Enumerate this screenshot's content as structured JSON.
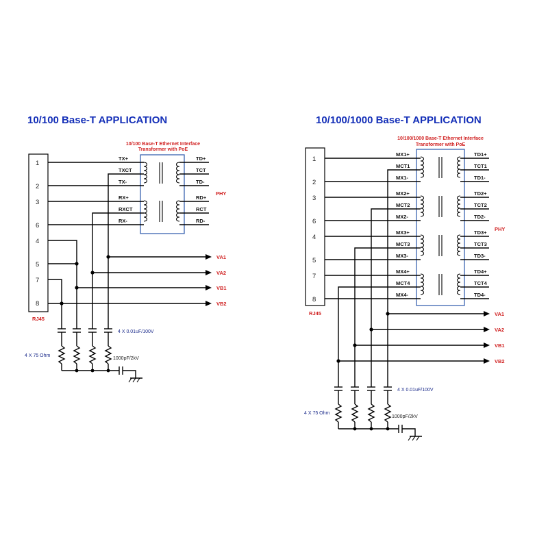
{
  "diagrams": [
    {
      "title": "10/100  Base-T  APPLICATION",
      "transformer_header_line1": "10/100 Base-T Ethernet Interface",
      "transformer_header_line2": "Transformer with PoE",
      "connector_label": "RJ45",
      "connector_pins": [
        "1",
        "2",
        "3",
        "6",
        "4",
        "5",
        "7",
        "8"
      ],
      "left_signals": [
        "TX+",
        "TXCT",
        "TX-",
        "RX+",
        "RXCT",
        "RX-"
      ],
      "right_signals": [
        "TD+",
        "TCT",
        "TD-",
        "RD+",
        "RCT",
        "RD-"
      ],
      "phy_label": "PHY",
      "power_outputs": [
        "VA1",
        "VA2",
        "VB1",
        "VB2"
      ],
      "capacitor_label": "4 X 0.01uF/100V",
      "resistor_label": "4 X 75 Ohm",
      "hv_capacitor_label": "1000pF/2kV"
    },
    {
      "title": "10/100/1000  Base-T  APPLICATION",
      "transformer_header_line1": "10/100/1000 Base-T Ethernet Interface",
      "transformer_header_line2": "Transformer with PoE",
      "connector_label": "RJ45",
      "connector_pins": [
        "1",
        "2",
        "3",
        "6",
        "4",
        "5",
        "7",
        "8"
      ],
      "left_signals": [
        "MX1+",
        "MCT1",
        "MX1-",
        "MX2+",
        "MCT2",
        "MX2-",
        "MX3+",
        "MCT3",
        "MX3-",
        "MX4+",
        "MCT4",
        "MX4-"
      ],
      "right_signals": [
        "TD1+",
        "TCT1",
        "TD1-",
        "TD2+",
        "TCT2",
        "TD2-",
        "TD3+",
        "TCT3",
        "TD3-",
        "TD4+",
        "TCT4",
        "TD4-"
      ],
      "phy_label": "PHY",
      "power_outputs": [
        "VA1",
        "VA2",
        "VB1",
        "VB2"
      ],
      "capacitor_label": "4 X 0.01uF/100V",
      "resistor_label": "4 X 75 Ohm",
      "hv_capacitor_label": "1000pF/2kV"
    }
  ]
}
